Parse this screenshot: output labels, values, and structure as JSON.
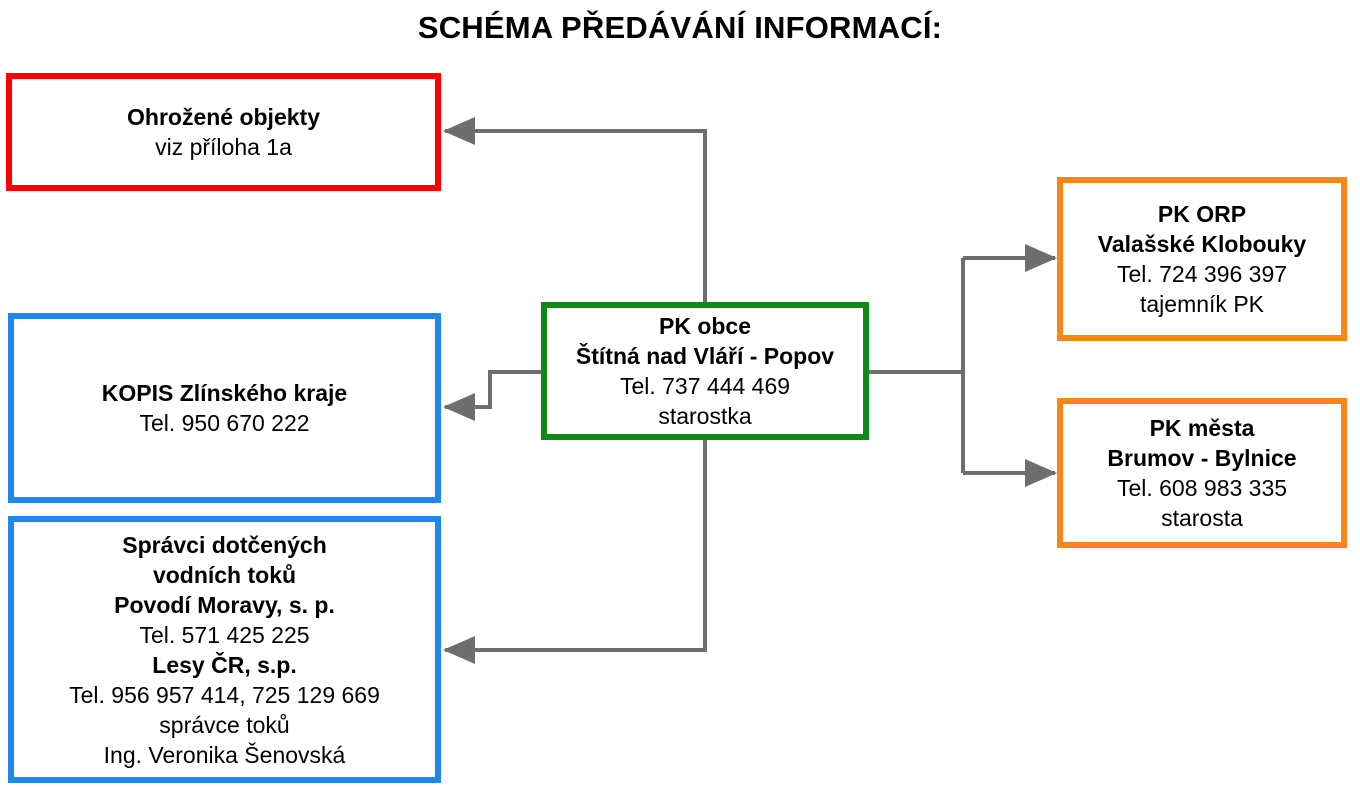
{
  "title": "SCHÉMA PŘEDÁVÁNÍ INFORMACÍ:",
  "colors": {
    "red": "#fe0000",
    "blue": "#1e87f0",
    "green": "#0f8a15",
    "orange": "#f9861d",
    "connector": "#6e6e6e"
  },
  "nodes": {
    "center": {
      "line1": "PK obce",
      "line2": "Štítná nad Vláří - Popov",
      "line3": "Tel. 737 444 469",
      "line4": "starostka"
    },
    "threatened": {
      "line1": "Ohrožené objekty",
      "line2": "viz příloha 1a"
    },
    "kopis": {
      "line1": "KOPIS Zlínského kraje",
      "line2": "Tel. 950 670 222"
    },
    "water": {
      "line1": "Správci dotčených",
      "line2": "vodních toků",
      "line3": "Povodí Moravy, s. p.",
      "line4": "Tel. 571 425 225",
      "line5": "Lesy ČR, s.p.",
      "line6": "Tel. 956 957 414, 725 129 669",
      "line7": "správce toků",
      "line8": "Ing. Veronika Šenovská"
    },
    "orp": {
      "line1": "PK ORP",
      "line2": "Valašské Klobouky",
      "line3": "Tel. 724 396 397",
      "line4": "tajemník PK"
    },
    "town": {
      "line1": "PK města",
      "line2": "Brumov - Bylnice",
      "line3": "Tel.  608 983 335",
      "line4": "starosta"
    }
  }
}
